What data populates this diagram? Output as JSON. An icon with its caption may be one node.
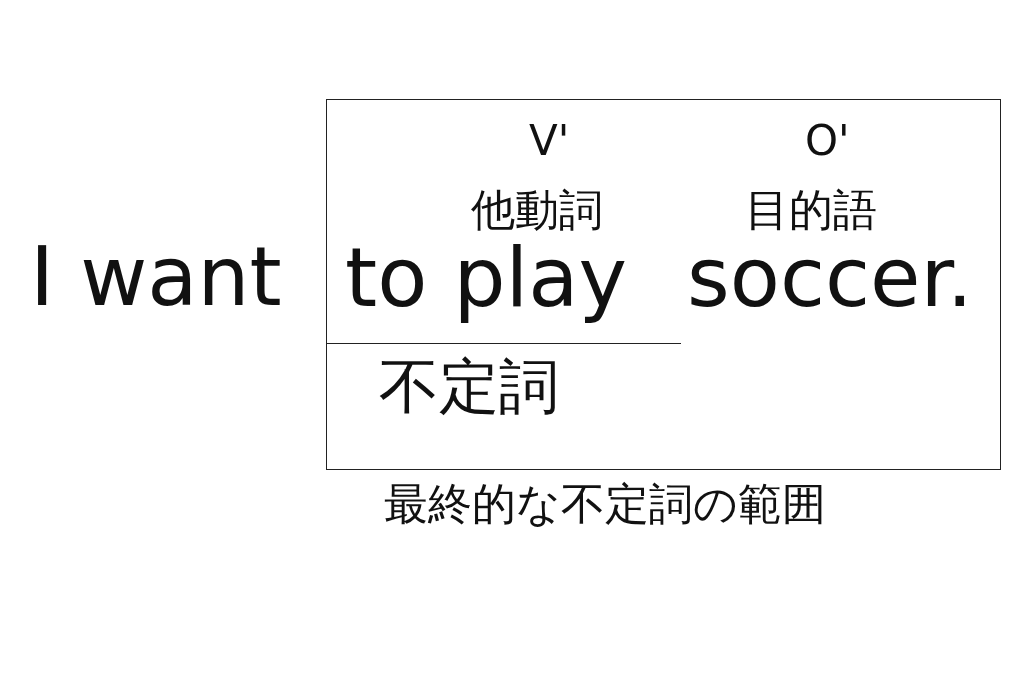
{
  "diagram": {
    "nodes": [
      {
        "text": [
          "V'",
          "O'",
          "他動詞",
          "目的語",
          "to play",
          "soccer.",
          "不定詞"
        ],
        "beside": [
          "最終的な不定詞の範囲"
        ]
      }
    ],
    "labels": [
      "I want"
    ]
  }
}
